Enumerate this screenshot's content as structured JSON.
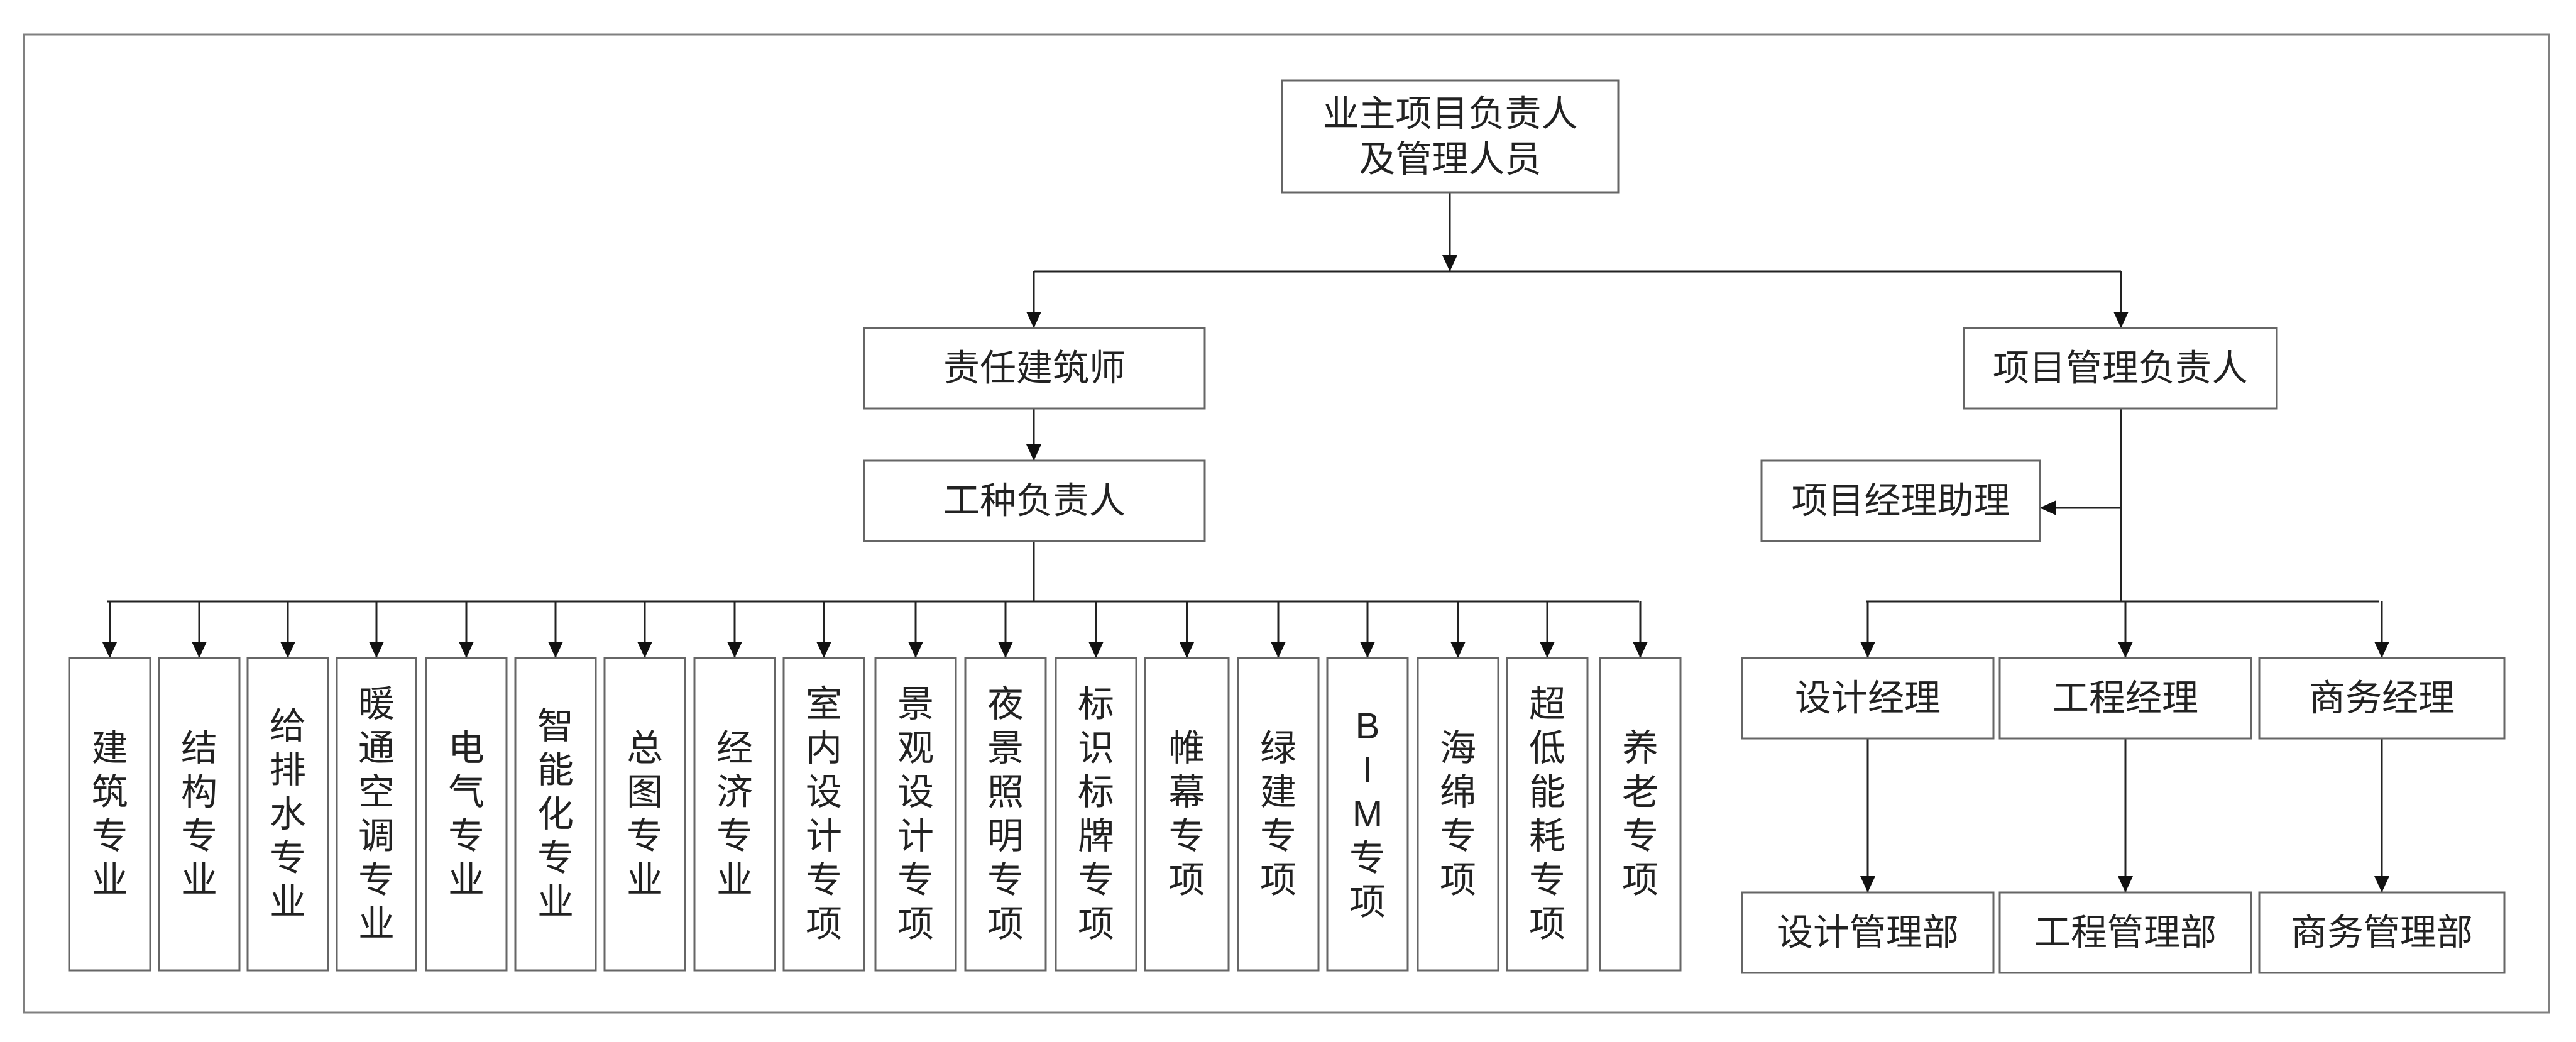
{
  "top": {
    "line1": "业主项目负责人",
    "line2": "及管理人员"
  },
  "left_branch": {
    "architect": "责任建筑师",
    "discipline_lead": "工种负责人",
    "disciplines": [
      {
        "chars": [
          "建",
          "筑",
          "专",
          "业"
        ]
      },
      {
        "chars": [
          "结",
          "构",
          "专",
          "业"
        ]
      },
      {
        "chars": [
          "给",
          "排",
          "水",
          "专",
          "业"
        ]
      },
      {
        "chars": [
          "暖",
          "通",
          "空",
          "调",
          "专",
          "业"
        ]
      },
      {
        "chars": [
          "电",
          "气",
          "专",
          "业"
        ]
      },
      {
        "chars": [
          "智",
          "能",
          "化",
          "专",
          "业"
        ]
      },
      {
        "chars": [
          "总",
          "图",
          "专",
          "业"
        ]
      },
      {
        "chars": [
          "经",
          "济",
          "专",
          "业"
        ]
      },
      {
        "chars": [
          "室",
          "内",
          "设",
          "计",
          "专",
          "项"
        ]
      },
      {
        "chars": [
          "景",
          "观",
          "设",
          "计",
          "专",
          "项"
        ]
      },
      {
        "chars": [
          "夜",
          "景",
          "照",
          "明",
          "专",
          "项"
        ]
      },
      {
        "chars": [
          "标",
          "识",
          "标",
          "牌",
          "专",
          "项"
        ]
      },
      {
        "chars": [
          "帷",
          "幕",
          "专",
          "项"
        ]
      },
      {
        "chars": [
          "绿",
          "建",
          "专",
          "项"
        ]
      },
      {
        "chars": [
          "B",
          "I",
          "M",
          "专",
          "项"
        ]
      },
      {
        "chars": [
          "海",
          "绵",
          "专",
          "项"
        ]
      },
      {
        "chars": [
          "超",
          "低",
          "能",
          "耗",
          "专",
          "项"
        ]
      },
      {
        "chars": [
          "养",
          "老",
          "专",
          "项"
        ]
      }
    ]
  },
  "right_branch": {
    "pm_lead": "项目管理负责人",
    "pm_assistant": "项目经理助理",
    "managers": [
      {
        "title": "设计经理",
        "dept": "设计管理部"
      },
      {
        "title": "工程经理",
        "dept": "工程管理部"
      },
      {
        "title": "商务经理",
        "dept": "商务管理部"
      }
    ]
  },
  "colors": {
    "border": "#666666",
    "line": "#222222",
    "text": "#222222",
    "frame": "#808080"
  }
}
